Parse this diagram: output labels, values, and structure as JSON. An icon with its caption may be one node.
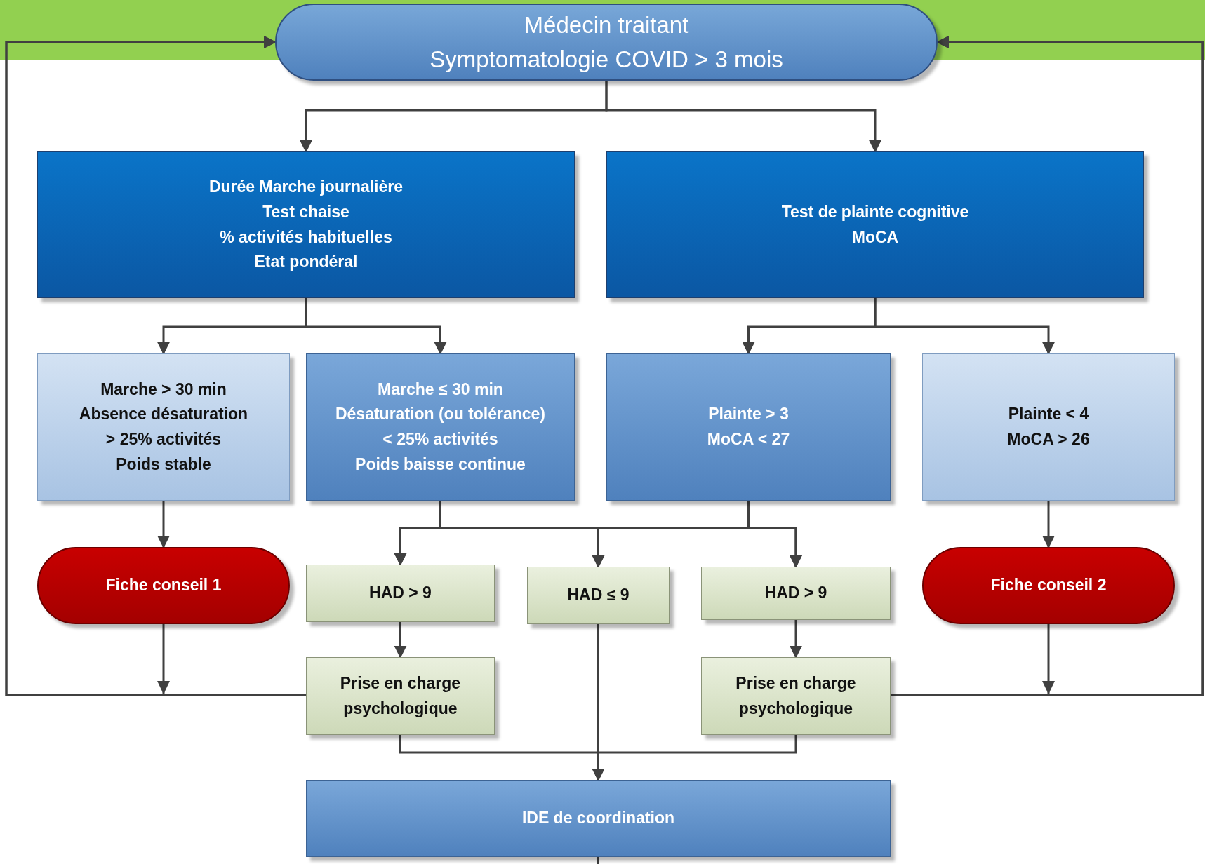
{
  "diagram": {
    "nodes": [
      {
        "text": [
          "Médecin traitant",
          "Symptomatologie COVID > 3 mois"
        ]
      },
      {
        "text": [
          "Durée Marche journalière",
          "Test chaise",
          "% activités habituelles",
          "Etat pondéral"
        ]
      },
      {
        "text": [
          "Test de plainte cognitive",
          "MoCA"
        ]
      },
      {
        "text": [
          "Marche > 30 min",
          "Absence désaturation",
          "> 25% activités",
          "Poids stable"
        ]
      },
      {
        "text": [
          "Marche ≤ 30 min",
          "Désaturation (ou tolérance)",
          "< 25% activités",
          "Poids baisse continue"
        ]
      },
      {
        "text": [
          "Plainte > 3",
          "MoCA < 27"
        ]
      },
      {
        "text": [
          "Plainte < 4",
          "MoCA > 26"
        ]
      },
      {
        "text": [
          "Fiche conseil 1"
        ]
      },
      {
        "text": [
          "HAD > 9"
        ]
      },
      {
        "text": [
          "HAD ≤ 9"
        ]
      },
      {
        "text": [
          "HAD > 9"
        ]
      },
      {
        "text": [
          "Fiche conseil 2"
        ]
      },
      {
        "text": [
          "Prise en charge psychologique"
        ]
      },
      {
        "text": [
          "Prise en charge psychologique"
        ]
      },
      {
        "text": [
          "IDE de coordination"
        ]
      }
    ],
    "edges": [
      {
        "from": 0,
        "to": 1,
        "arrow": "to"
      },
      {
        "from": 0,
        "to": 2,
        "arrow": "to"
      },
      {
        "from": 1,
        "to": 3,
        "arrow": "to"
      },
      {
        "from": 1,
        "to": 4,
        "arrow": "to"
      },
      {
        "from": 2,
        "to": 5,
        "arrow": "to"
      },
      {
        "from": 2,
        "to": 6,
        "arrow": "to"
      },
      {
        "from": 3,
        "to": 7,
        "arrow": "to"
      },
      {
        "from": 4,
        "to": 8,
        "arrow": "to"
      },
      {
        "from": 4,
        "to": 9,
        "arrow": "to"
      },
      {
        "from": 4,
        "to": 10,
        "arrow": "to"
      },
      {
        "from": 5,
        "to": 8,
        "arrow": "to"
      },
      {
        "from": 5,
        "to": 9,
        "arrow": "to"
      },
      {
        "from": 5,
        "to": 10,
        "arrow": "to"
      },
      {
        "from": 6,
        "to": 11,
        "arrow": "to"
      },
      {
        "from": 8,
        "to": 12,
        "arrow": "to"
      },
      {
        "from": 10,
        "to": 13,
        "arrow": "to"
      },
      {
        "from": 7,
        "to": 0,
        "arrow": "to"
      },
      {
        "from": 12,
        "to": 0,
        "arrow": "to"
      },
      {
        "from": 11,
        "to": 0,
        "arrow": "to"
      },
      {
        "from": 13,
        "to": 0,
        "arrow": "to"
      },
      {
        "from": 9,
        "to": 14,
        "arrow": "to"
      },
      {
        "from": 12,
        "to": 14,
        "arrow": "to"
      },
      {
        "from": 13,
        "to": 14,
        "arrow": "to"
      },
      {
        "from": 14,
        "to": null,
        "arrow": "none"
      }
    ]
  }
}
